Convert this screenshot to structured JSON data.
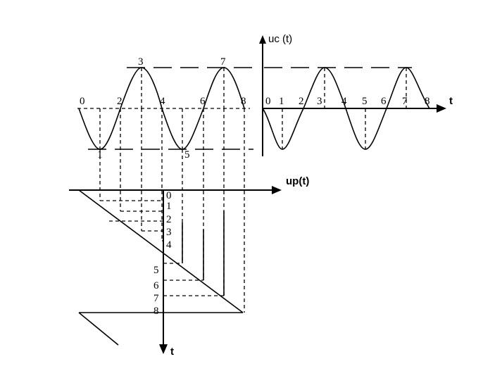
{
  "axes": {
    "uc_label": "uc (t)",
    "up_label": "up(t)",
    "t_right_label": "t",
    "t_down_label": "t"
  },
  "left_wave_labels": [
    "0",
    "1",
    "2",
    "3",
    "4",
    "5",
    "6",
    "7",
    "8"
  ],
  "right_wave_labels": [
    "0",
    "1",
    "2",
    "3",
    "4",
    "5",
    "6",
    "7",
    "8"
  ],
  "sweep_labels": [
    "0",
    "1",
    "2",
    "3",
    "4",
    "5",
    "6",
    "7",
    "8"
  ]
}
